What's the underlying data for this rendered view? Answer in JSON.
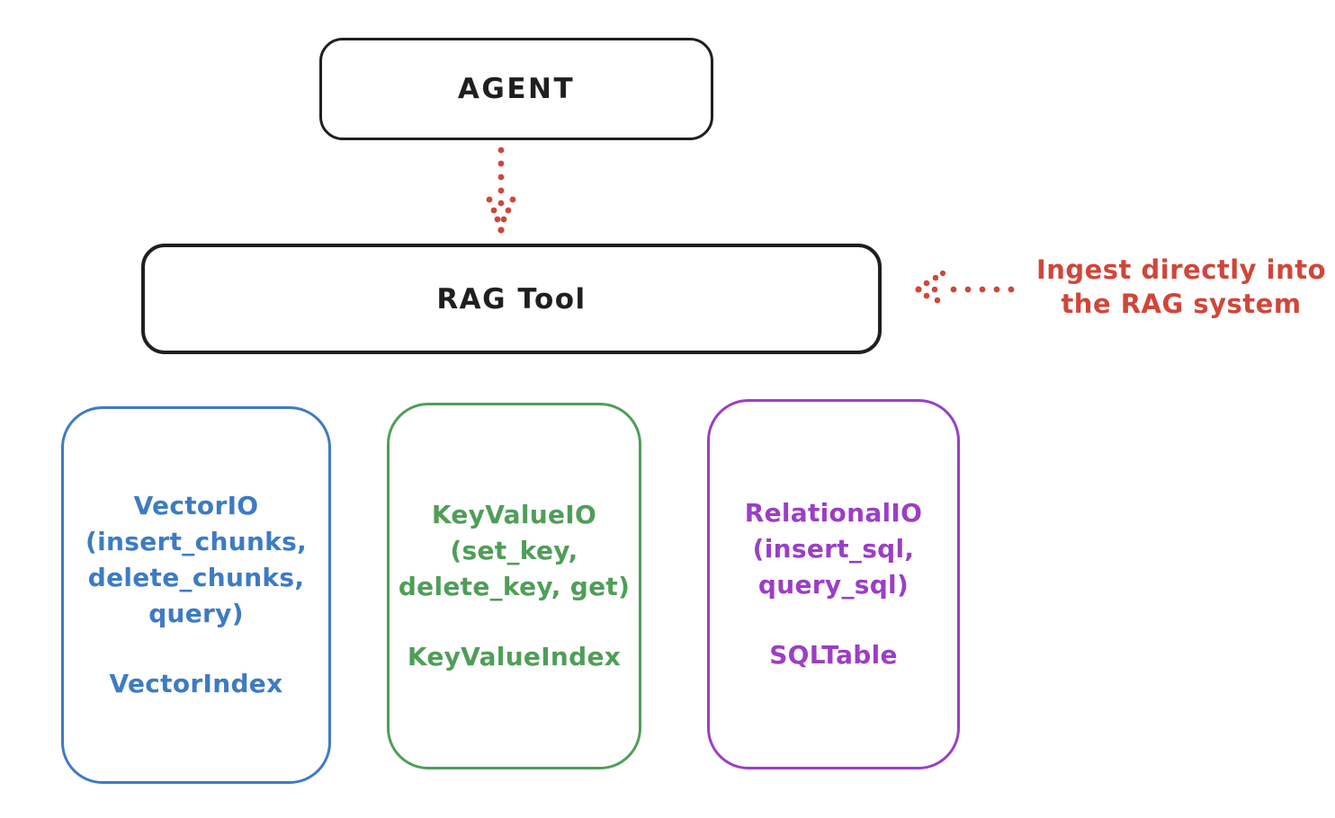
{
  "colors": {
    "ink": "#1f1f1f",
    "blue": "#3d7bc4",
    "green": "#4f9e58",
    "purple": "#9b3ec6",
    "red": "#d0463a",
    "canvas": "#ffffff"
  },
  "diagram": {
    "agent_box": {
      "label": "AGENT"
    },
    "rag_tool_box": {
      "label": "RAG Tool"
    },
    "annotation": {
      "line1": "Ingest directly into",
      "line2": "the RAG system"
    },
    "io_boxes": [
      {
        "name": "vector-io",
        "lines": [
          "VectorIO",
          "(insert_chunks,",
          "delete_chunks,",
          "query)"
        ],
        "index_label": "VectorIndex"
      },
      {
        "name": "keyvalue-io",
        "lines": [
          "KeyValueIO",
          "(set_key,",
          "delete_key, get)"
        ],
        "index_label": "KeyValueIndex"
      },
      {
        "name": "relational-io",
        "lines": [
          "RelationalIO",
          "(insert_sql,",
          "query_sql)"
        ],
        "index_label": "SQLTable"
      }
    ]
  }
}
